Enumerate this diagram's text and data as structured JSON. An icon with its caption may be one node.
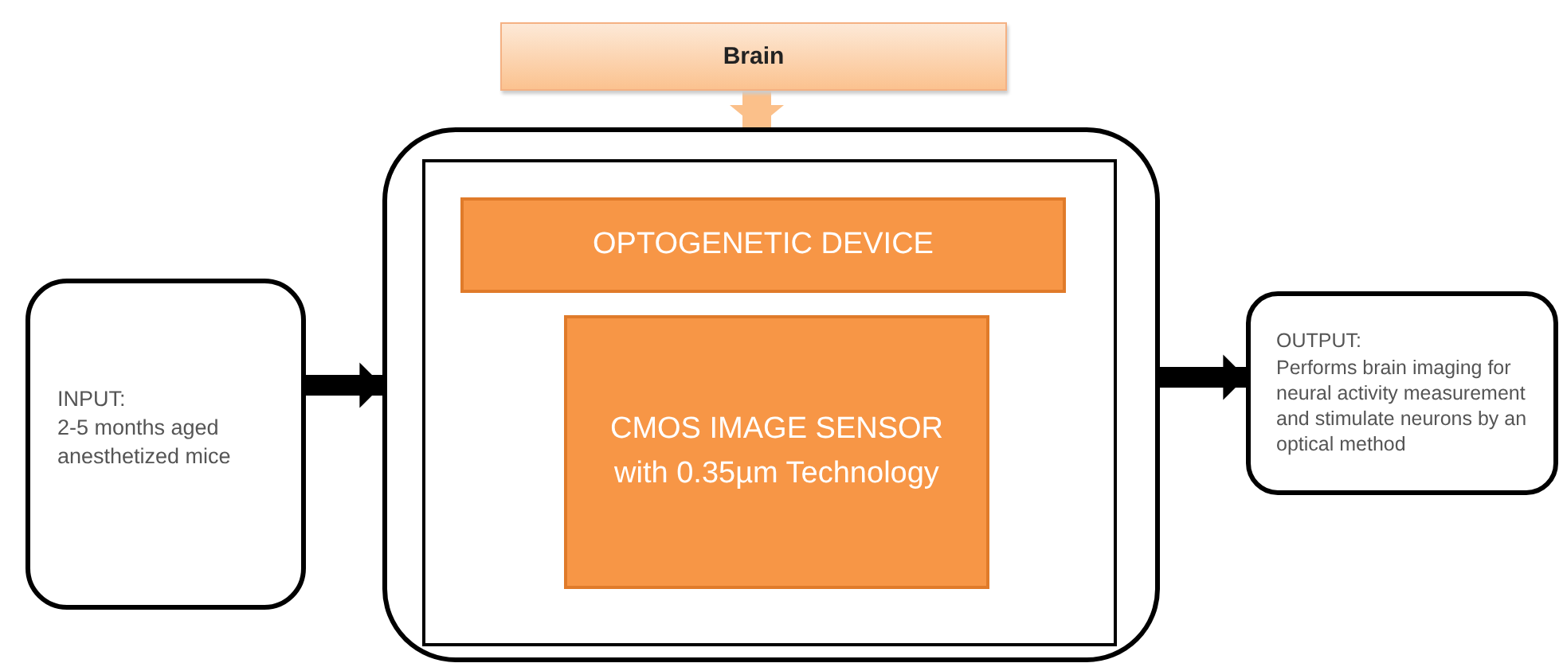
{
  "diagram": {
    "nodes": [
      {
        "text": [
          "Brain"
        ]
      },
      {
        "text": [
          "INPUT:",
          "2-5 months aged anesthetized mice"
        ]
      },
      {
        "text": [],
        "shape": "box"
      },
      {
        "text": [],
        "shape": "box",
        "in": 2
      },
      {
        "text": [
          "OPTOGENETIC DEVICE"
        ],
        "in": 3
      },
      {
        "text": [
          "CMOS IMAGE SENSOR with 0.35µm Technology"
        ],
        "in": 3
      },
      {
        "text": [
          "OUTPUT:",
          "Performs brain imaging for neural activity measurement and stimulate neurons by an optical method"
        ]
      }
    ],
    "edges": [
      {
        "from": 0,
        "to": 2,
        "arrow": "to",
        "color": "#fbc08a"
      },
      {
        "from": 1,
        "to": 2,
        "arrow": "to"
      },
      {
        "from": 2,
        "to": 6,
        "arrow": "to"
      }
    ]
  }
}
